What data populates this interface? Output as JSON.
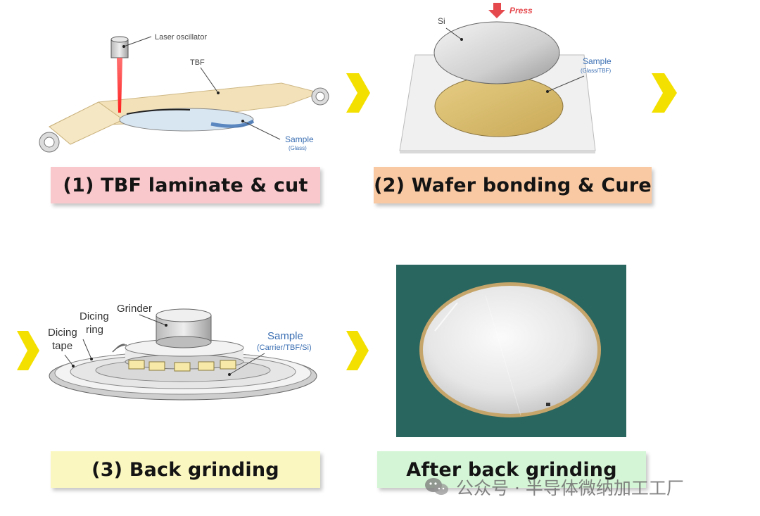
{
  "colors": {
    "chevron": "#f4e000",
    "step1_bg": "#f9c8cc",
    "step2_bg": "#f9c9a3",
    "step3_bg": "#fbf7c1",
    "step4_bg": "#d5f6d6",
    "tbf_film": "#f2dfb2",
    "wafer_gold": "#d7bc6a",
    "sample_blue": "#3b6fb3",
    "press_red": "#e5484d",
    "photo_bg": "#2f6e66"
  },
  "steps": [
    {
      "caption": "(1) TBF laminate & cut"
    },
    {
      "caption": "(2) Wafer bonding & Cure"
    },
    {
      "caption": "(3) Back grinding"
    },
    {
      "caption": "After back grinding"
    }
  ],
  "step1": {
    "laser_label": "Laser oscillator",
    "tbf_label": "TBF",
    "sample_label": "Sample",
    "sample_sub": "(Glass)"
  },
  "step2": {
    "press_label": "Press",
    "si_label": "Si",
    "sample_label": "Sample",
    "sample_sub": "(Glass/TBF)"
  },
  "step3": {
    "grinder_label": "Grinder",
    "dicing_ring_line1": "Dicing",
    "dicing_ring_line2": "ring",
    "dicing_tape_line1": "Dicing",
    "dicing_tape_line2": "tape",
    "sample_label": "Sample",
    "sample_sub": "(Carrier/TBF/Si)"
  },
  "watermark": {
    "text": "公众号 · 半导体微纳加工工厂"
  }
}
